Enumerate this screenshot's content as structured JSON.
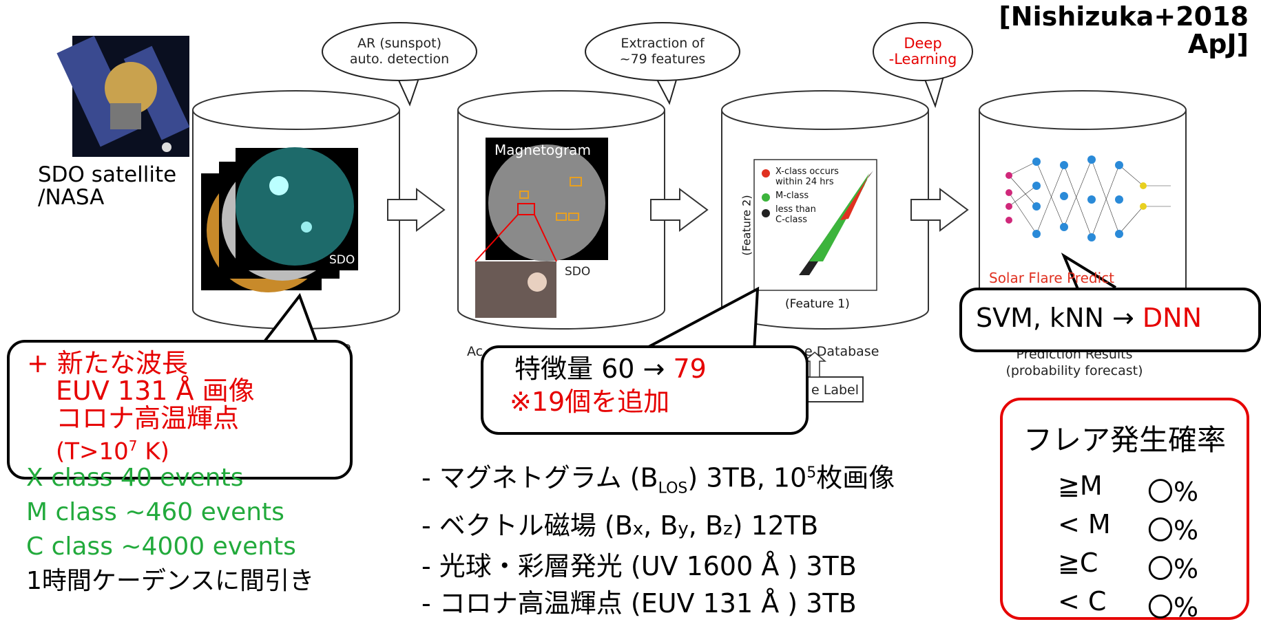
{
  "reference": "[Nishizuka+2018\nApJ]",
  "satellite": {
    "caption_line1": "SDO satellite",
    "caption_line2": "/NASA"
  },
  "bubbles": [
    {
      "line1": "AR (sunspot)",
      "line2": "auto. detection"
    },
    {
      "line1": "Extraction of",
      "line2": "~79 features"
    },
    {
      "line1": "Deep",
      "line2": "-Learning"
    }
  ],
  "cylinder1": {
    "image_label": "SDO",
    "caption_tail": "e"
  },
  "cylinder2": {
    "image_title": "Magnetogram",
    "image_label": "SDO",
    "caption_head": "Ac"
  },
  "cylinder3": {
    "legend": [
      "X-class occurs",
      "within 24 hrs",
      "M-class",
      "less than",
      "C-class"
    ],
    "y_label": "(Feature 2)",
    "x_label": "(Feature 1)",
    "caption_tail": "e Database",
    "label_box": "e Label"
  },
  "cylinder4": {
    "banner": "Solar Flare Predict",
    "caption_line1": "Prediction Results",
    "caption_line2": "(probability forecast)"
  },
  "callout_left": {
    "line1": "+ 新たな波長",
    "line2": "EUV 131 Å 画像",
    "line3": "コロナ高温輝点",
    "line4_base": "(T>10",
    "line4_sup": "7",
    "line4_end": " K)"
  },
  "callout_mid": {
    "line1_a": "特徴量 60 → ",
    "line1_b": "79",
    "line2": "※19個を追加"
  },
  "callout_right": {
    "text_a": "SVM, kNN → ",
    "text_b": "DNN"
  },
  "events": [
    {
      "text": "X class    40 events",
      "color": "green"
    },
    {
      "text": "M class ~460 events",
      "color": "green"
    },
    {
      "text": "C class ~4000 events",
      "color": "green"
    },
    {
      "text": "1時間ケーデンスに間引き",
      "color": "black"
    }
  ],
  "bullets": {
    "b1_a": "- マグネトグラム (B",
    "b1_sub": "LOS",
    "b1_b": ") 3TB, 10",
    "b1_sup": "5",
    "b1_c": "枚画像",
    "b2_a": "- ベクトル磁場 (B",
    "b2_s1": "x",
    "b2_b": ", B",
    "b2_s2": "y",
    "b2_c": ", B",
    "b2_s3": "z",
    "b2_d": ") 12TB",
    "b3": "- 光球・彩層発光 (UV 1600 Å ) 3TB",
    "b4": "- コロナ高温輝点 (EUV 131 Å ) 3TB"
  },
  "probability": {
    "title": "フレア発生確率",
    "rows": [
      {
        "label": "≧M",
        "value": "〇%"
      },
      {
        "label": "< M",
        "value": "〇%"
      },
      {
        "label": "≧C",
        "value": "〇%"
      },
      {
        "label": "< C",
        "value": "〇%"
      }
    ]
  },
  "colors": {
    "accent_red": "#e60000",
    "event_green": "#22aa3c",
    "plot_red": "#e03020",
    "plot_green": "#3cb43c"
  }
}
